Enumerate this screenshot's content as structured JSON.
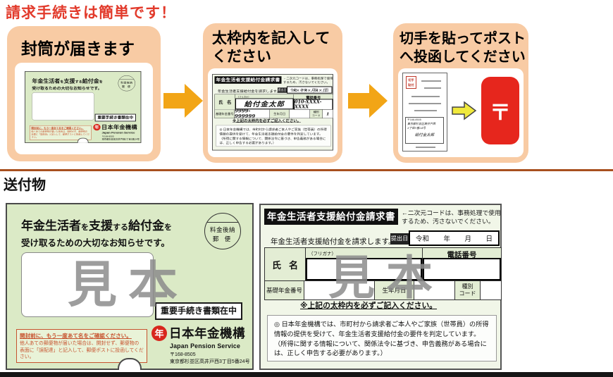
{
  "header": {
    "title": "請求手続きは簡単です！"
  },
  "steps": {
    "one": {
      "title": "封筒が届きます"
    },
    "two": {
      "line1": "太枠内を記入して",
      "line2": "ください"
    },
    "three": {
      "line1": "切手を貼ってポスト",
      "line2": "へ投函してください"
    }
  },
  "section": {
    "title": "送付物"
  },
  "envelope": {
    "headline": {
      "b1": "年金生活者",
      "s1": "を",
      "b2": "支援",
      "s2": "する",
      "b3": "給付金",
      "s3": "を"
    },
    "subline": "受け取るための大切なお知らせです。",
    "postmark": {
      "line1": "料金後納",
      "line2": "郵 便"
    },
    "specimen": "見本",
    "enclosed": "重要手続き書類在中",
    "warning": {
      "title": "開封前に、もう一度あて名をご確認ください。",
      "body": "他人あての郵便物が届いた場合は、開封せず、郵便物の表面に「誤配達」と記入して、郵便ポストに投函してください。"
    },
    "org": {
      "mark": "年",
      "name": "日本年金機構",
      "name_en": "Japan Pension Service",
      "postal": "〒168-8505",
      "address": "東京都杉並区高井戸西3丁目5番24号"
    }
  },
  "form": {
    "title": "年金生活者支援給付金請求書",
    "qr_note1": "←二次元コードは、事務処理で使用",
    "qr_note2": "するため、汚さないでください。",
    "declaration": "年金生活者支援給付金を請求します。",
    "submit_label": "提出日",
    "date": {
      "era": "令和",
      "y": "年",
      "m": "月",
      "d": "日"
    },
    "furigana": "（フリガナ）",
    "name_l1": "氏",
    "name_l2": "名",
    "phone_label": "電話番号",
    "pension_no_label": "基礎年金番号",
    "birth_label": "生年月日",
    "code_l1": "種別",
    "code_l2": "コード",
    "specimen": "見本",
    "fill_note": "※上記の太枠内を必ずご記入ください。",
    "info_note": "◎ 日本年金機構では、市町村から請求者ご本人やご家族（世帯員）の所得情報の提供を受けて、年金生活者支援給付金の要件を判定しています。（所得に関する情報について、関係法令に基づき、申告義務がある場合には、正しく申告する必要があります。）"
  },
  "sample": {
    "date": "××年××月××日",
    "name": "給付金太郎",
    "phone": "010-XXXX-XXXX",
    "pension_no": "9999-999999",
    "code": "1"
  },
  "mail": {
    "stamp1": "切手",
    "stamp2": "貼付",
    "sender_postal": "〒168-8505",
    "sender_addr1": "東京都杉並区高井戸西",
    "sender_addr2": "3丁目5番24号",
    "sender_name": "給付金太郎",
    "post_symbol": "〒"
  },
  "colors": {
    "accent_red": "#E23A2B",
    "step_box_peach": "#F8CBA4",
    "arrow_gold": "#F2A516",
    "divider_brown": "#A8501F",
    "envelope_green": "#DBEAC6",
    "form_label_green": "#E3EDD4",
    "warning_red": "#C7532F",
    "postbox_red": "#E6261D"
  }
}
